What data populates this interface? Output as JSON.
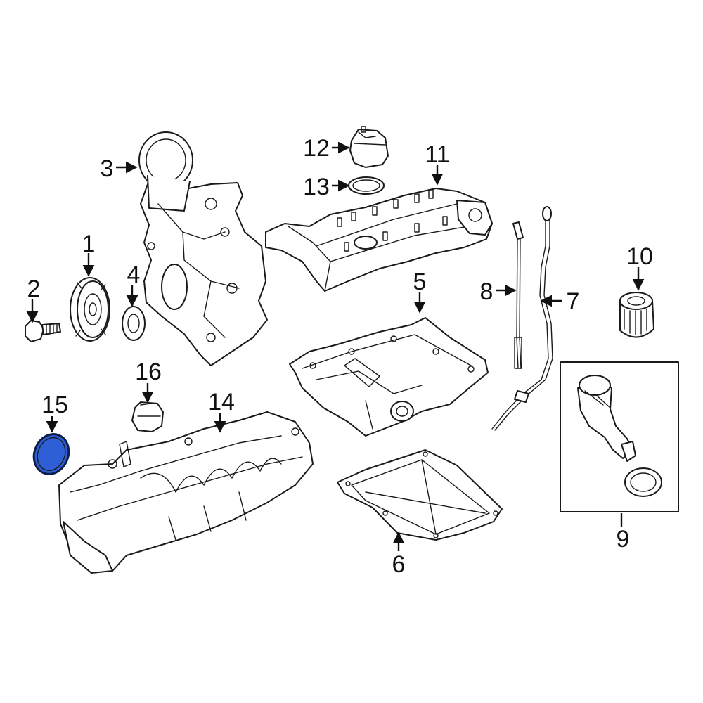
{
  "callouts": {
    "c1": "1",
    "c2": "2",
    "c3": "3",
    "c4": "4",
    "c5": "5",
    "c6": "6",
    "c7": "7",
    "c8": "8",
    "c9": "9",
    "c10": "10",
    "c11": "11",
    "c12": "12",
    "c13": "13",
    "c14": "14",
    "c15": "15",
    "c16": "16"
  },
  "highlight": {
    "part": "15",
    "color": "#2f5fd6",
    "outline": "#0d1f4d"
  },
  "line_color": "#1a1a1a"
}
